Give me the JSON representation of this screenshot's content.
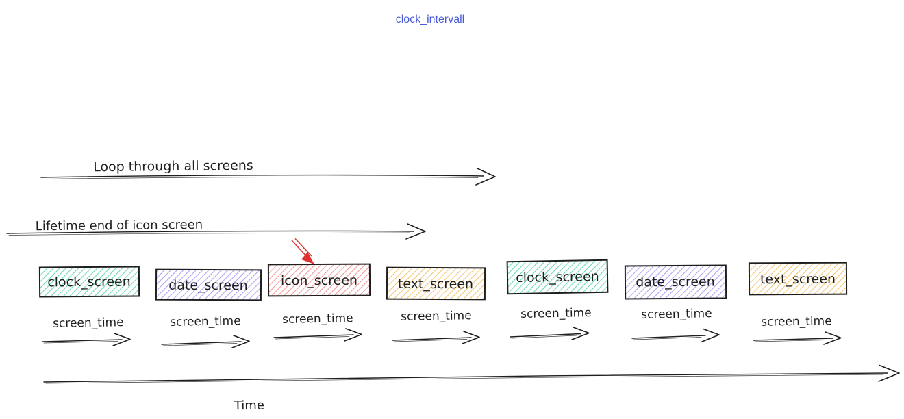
{
  "title": {
    "text": "clock_intervall"
  },
  "palette": {
    "title_blue": "#4a5cd8",
    "ink": "#1e1e1e",
    "red": "#e03131",
    "teal_fill": "#6cd9b6",
    "purple_fill": "#b2a3f5",
    "red_fill": "#f59a9a",
    "yellow_fill": "#f4c878"
  },
  "timeline": {
    "loop_label": "Loop through all screens",
    "lifetime_label": "Lifetime end of icon screen",
    "time_label": "Time",
    "screen_time_label": "screen_time"
  },
  "screens": [
    {
      "label": "clock_screen",
      "color": "teal"
    },
    {
      "label": "date_screen",
      "color": "purple"
    },
    {
      "label": "icon_screen",
      "color": "red"
    },
    {
      "label": "text_screen",
      "color": "yellow"
    },
    {
      "label": "clock_screen",
      "color": "teal"
    },
    {
      "label": "date_screen",
      "color": "purple"
    },
    {
      "label": "text_screen",
      "color": "yellow"
    }
  ]
}
